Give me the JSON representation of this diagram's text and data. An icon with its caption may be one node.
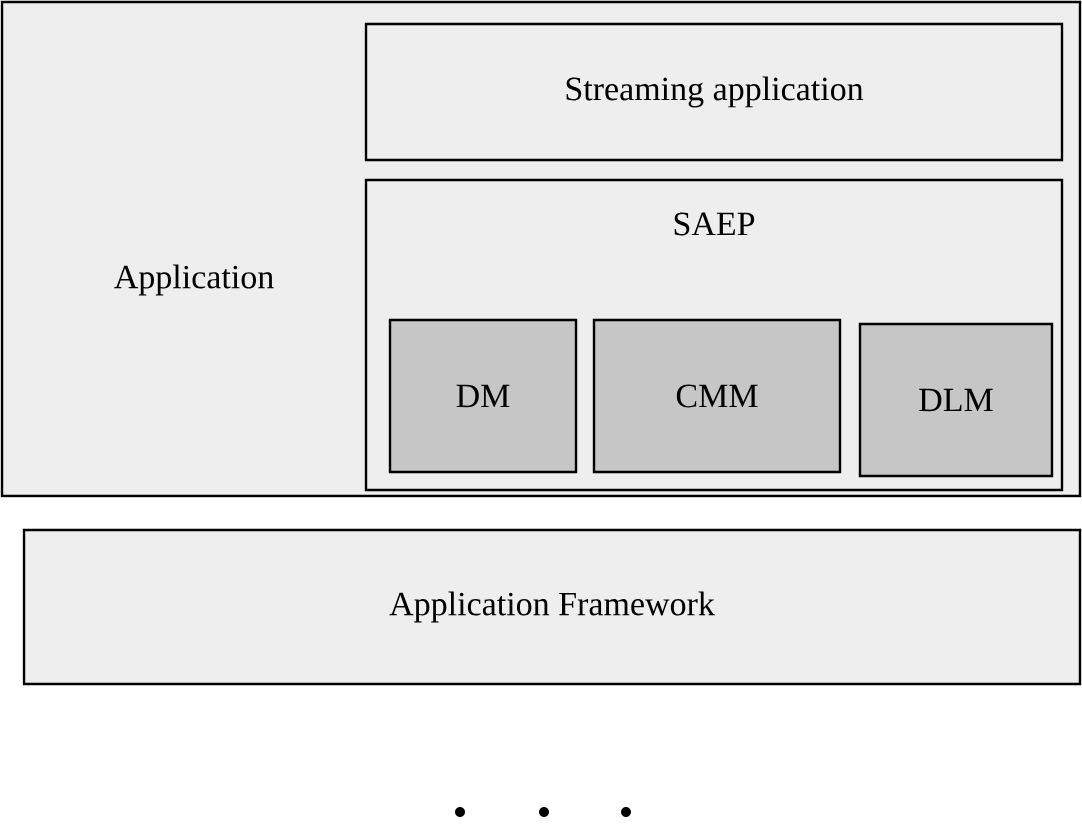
{
  "diagram": {
    "nodes": [
      {
        "text": [
          "Application"
        ]
      },
      {
        "text": [
          "Streaming application"
        ],
        "in": 0
      },
      {
        "text": [
          "SAEP"
        ],
        "in": 0
      },
      {
        "text": [
          "DM"
        ],
        "in": 2
      },
      {
        "text": [
          "CMM"
        ],
        "in": 2
      },
      {
        "text": [
          "DLM"
        ],
        "in": 2
      },
      {
        "text": [
          "Application Framework"
        ]
      }
    ]
  }
}
